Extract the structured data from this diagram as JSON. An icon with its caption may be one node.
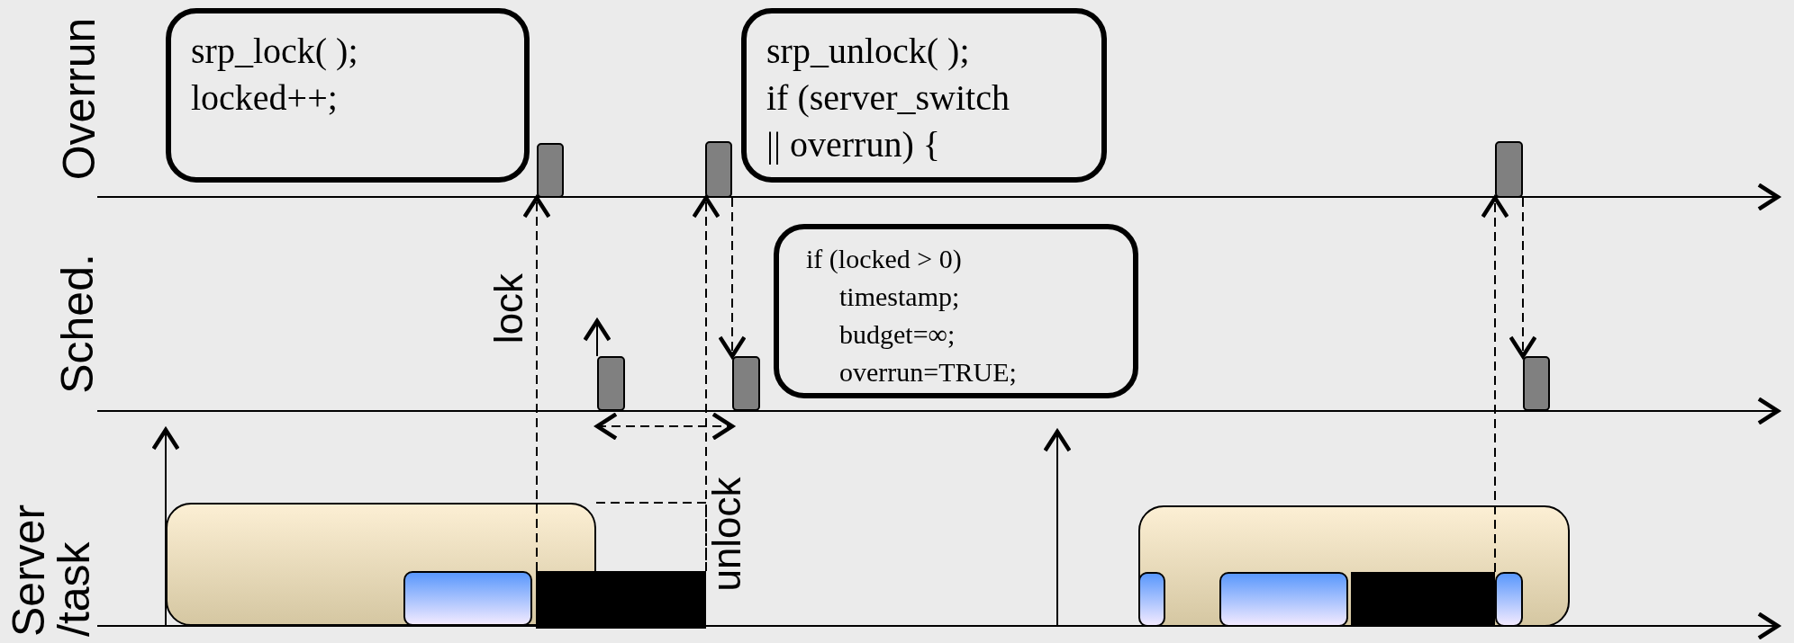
{
  "diagram": {
    "nodes": [
      {
        "text": [
          "srp_lock( );",
          "locked++;"
        ]
      },
      {
        "text": [
          "srp_unlock( );",
          "if (server_switch",
          "|| overrun) {"
        ]
      },
      {
        "text": [
          "if (locked > 0)",
          "timestamp;",
          "budget=∞;",
          "overrun=TRUE;"
        ]
      },
      {
        "text": [],
        "shape": "box"
      },
      {
        "text": [],
        "shape": "box"
      },
      {
        "text": [],
        "shape": "box"
      },
      {
        "text": [],
        "shape": "box"
      },
      {
        "text": [],
        "shape": "box"
      },
      {
        "text": [],
        "shape": "box"
      },
      {
        "text": [],
        "shape": "box"
      },
      {
        "text": [],
        "shape": "box",
        "in": 9
      },
      {
        "text": [],
        "shape": "bar"
      },
      {
        "text": [],
        "shape": "box"
      },
      {
        "text": [],
        "shape": "box",
        "in": 12
      },
      {
        "text": [],
        "shape": "box",
        "in": 12
      },
      {
        "text": [],
        "shape": "bar",
        "in": 12
      },
      {
        "text": [],
        "shape": "box",
        "in": 12
      }
    ],
    "edges": [
      {
        "from": 11,
        "to": 3,
        "arrow": "to",
        "style": "dashed",
        "label": "lock"
      },
      {
        "from": 11,
        "to": 4,
        "arrow": "to",
        "style": "dashed",
        "label": "unlock"
      },
      {
        "from": 4,
        "to": 7,
        "arrow": "to",
        "style": "dashed"
      },
      {
        "from": 15,
        "to": 5,
        "arrow": "to",
        "style": "dashed"
      },
      {
        "from": 5,
        "to": 8,
        "arrow": "to",
        "style": "dashed"
      },
      {
        "from": 6,
        "to": 7,
        "arrow": "both",
        "style": "dashed"
      }
    ],
    "labels": [
      "Overrun",
      "Sched.",
      "Server /task"
    ]
  }
}
